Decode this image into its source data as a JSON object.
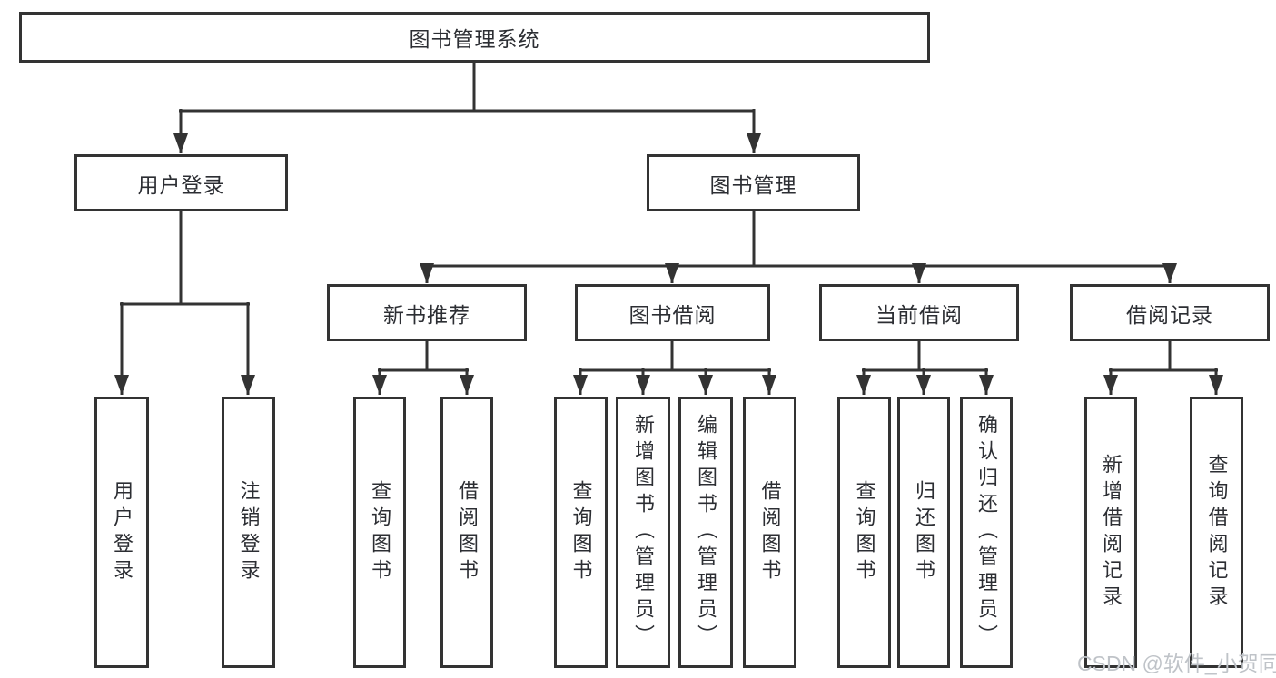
{
  "tree": {
    "root": {
      "label": "图书管理系统"
    },
    "branches": [
      {
        "label": "用户登录",
        "children": [
          {
            "label": "用户登录"
          },
          {
            "label": "注销登录"
          }
        ]
      },
      {
        "label": "图书管理",
        "children": [
          {
            "label": "新书推荐",
            "children": [
              {
                "label": "查询图书"
              },
              {
                "label": "借阅图书"
              }
            ]
          },
          {
            "label": "图书借阅",
            "children": [
              {
                "label": "查询图书"
              },
              {
                "label": "新增图书（管理员）"
              },
              {
                "label": "编辑图书（管理员）"
              },
              {
                "label": "借阅图书"
              }
            ]
          },
          {
            "label": "当前借阅",
            "children": [
              {
                "label": "查询图书"
              },
              {
                "label": "归还图书"
              },
              {
                "label": "确认归还（管理员）"
              }
            ]
          },
          {
            "label": "借阅记录",
            "children": [
              {
                "label": "新增借阅记录"
              },
              {
                "label": "查询借阅记录"
              }
            ]
          }
        ]
      }
    ]
  },
  "watermark": {
    "text": "CSDN @软件_小贺同学"
  },
  "colors": {
    "line": "#333333",
    "text": "#2c2e33",
    "watermark": "#bfc3c8",
    "background": "#ffffff"
  }
}
